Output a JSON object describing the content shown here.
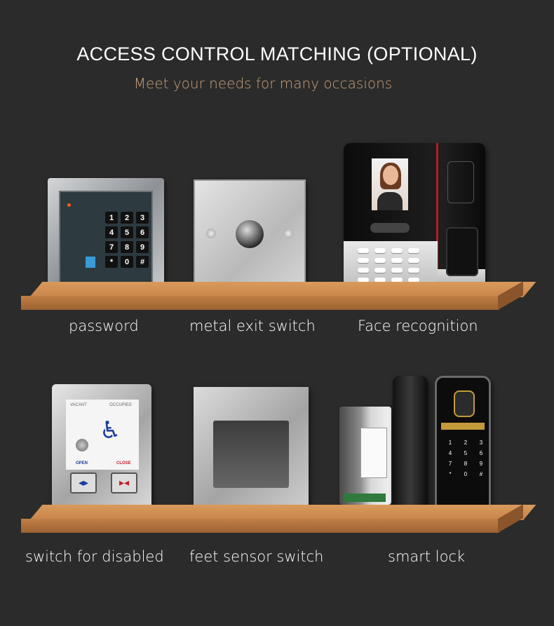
{
  "header": {
    "title": "ACCESS CONTROL MATCHING (OPTIONAL)",
    "subtitle": "Meet your needs for many occasions"
  },
  "products": [
    {
      "label": "password",
      "icon": "keypad-icon"
    },
    {
      "label": "metal exit switch",
      "icon": "exit-button-icon"
    },
    {
      "label": "Face recognition",
      "icon": "face-terminal-icon"
    },
    {
      "label": "switch for disabled",
      "icon": "disabled-switch-icon"
    },
    {
      "label": "feet sensor switch",
      "icon": "foot-sensor-icon"
    },
    {
      "label": "smart lock",
      "icon": "smart-lock-icon"
    }
  ],
  "keypad_keys": [
    "1",
    "2",
    "3",
    "4",
    "5",
    "6",
    "7",
    "8",
    "9",
    "*",
    "0",
    "#"
  ],
  "disabled_switch": {
    "vacant": "VACANT",
    "occupied": "OCCUPIED",
    "open": "OPEN",
    "close": "CLOSE"
  },
  "colors": {
    "background": "#2b2b2b",
    "subtitle": "#c8a07a",
    "shelf": "#c9854a"
  }
}
